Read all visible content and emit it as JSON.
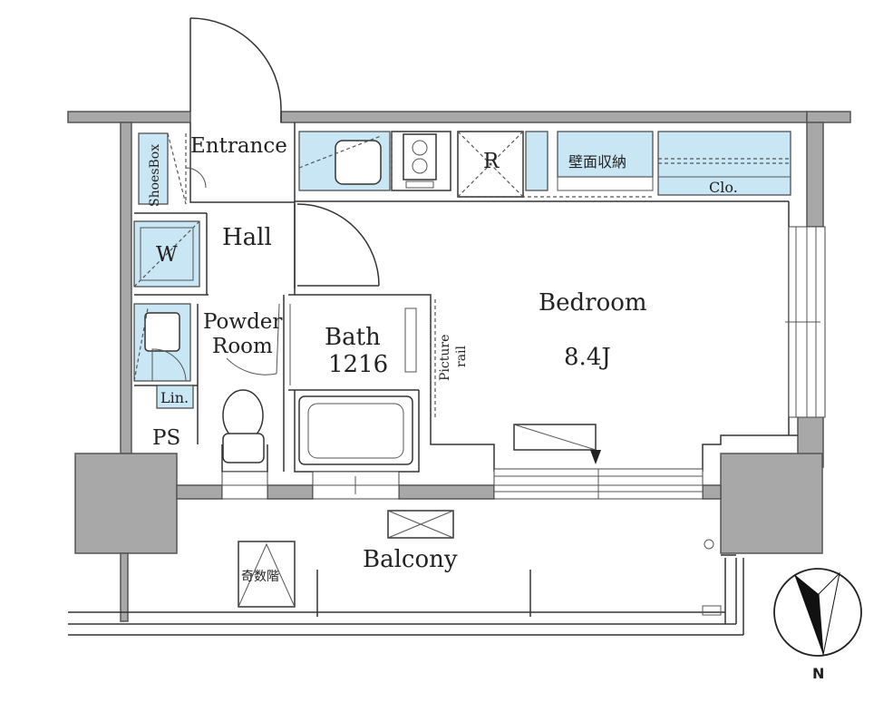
{
  "rooms": {
    "entrance": "Entrance",
    "shoes_box": "ShoesBox",
    "hall": "Hall",
    "washer": "W",
    "powder_room_line1": "Powder",
    "powder_room_line2": "Room",
    "linen": "Lin.",
    "ps": "PS",
    "bath_line1": "Bath",
    "bath_line2": "1216",
    "picture_rail_line1": "Picture",
    "picture_rail_line2": "rail",
    "bedroom": "Bedroom",
    "bedroom_size": "8.4J",
    "refrigerator": "R",
    "wall_storage": "壁面収納",
    "closet": "Clo.",
    "balcony": "Balcony",
    "escape_hatch": "奇数階"
  },
  "compass": {
    "north_label": "N"
  },
  "colors": {
    "fixture_fill": "#c9e6f5",
    "wall_fill": "#a8a8a8"
  }
}
